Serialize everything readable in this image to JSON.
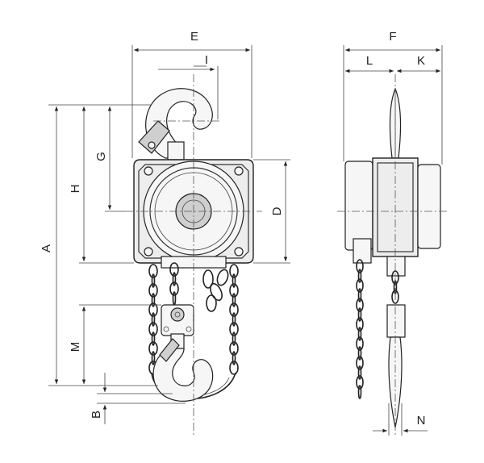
{
  "dimensions": {
    "A": "A",
    "B": "B",
    "D": "D",
    "E": "E",
    "F": "F",
    "G": "G",
    "H": "H",
    "I": "I",
    "K": "K",
    "L": "L",
    "M": "M",
    "N": "N"
  },
  "colors": {
    "line": "#222222",
    "body_fill": "#ededed"
  }
}
